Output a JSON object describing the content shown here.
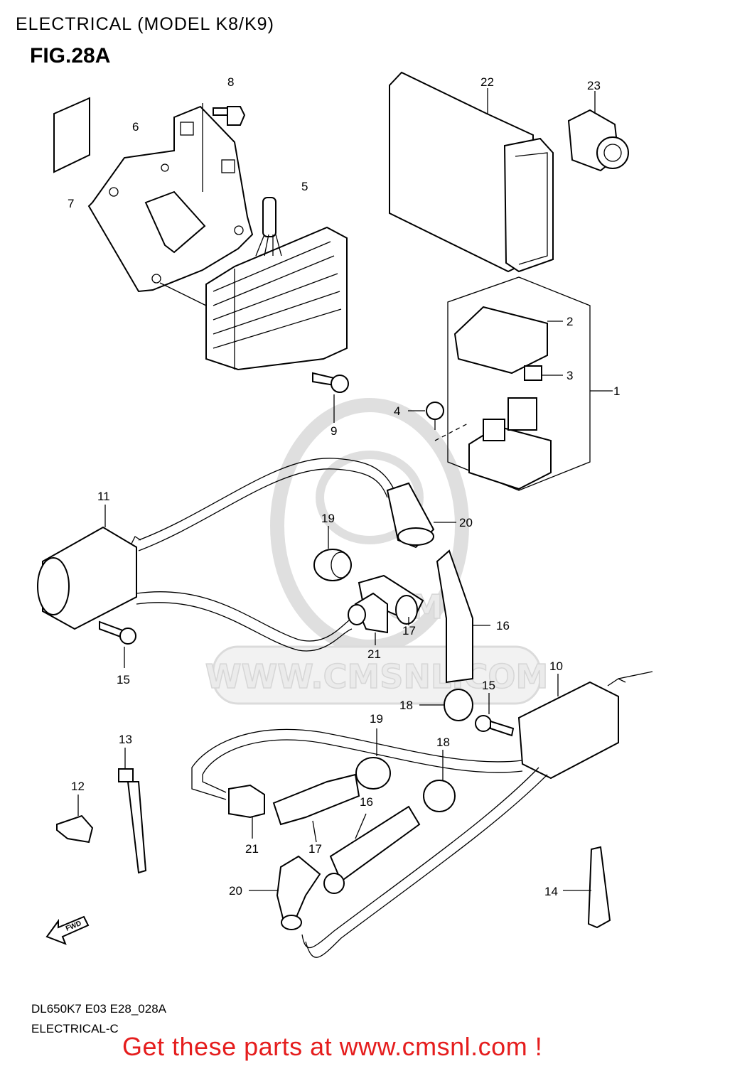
{
  "header": {
    "title": "ELECTRICAL (MODEL K8/K9)"
  },
  "figure": {
    "label": "FIG.28A"
  },
  "watermark": {
    "text": "WWW.CMSNL.COM",
    "logo_text": "CMS"
  },
  "callouts": [
    {
      "id": "c1",
      "text": "1"
    },
    {
      "id": "c2",
      "text": "2"
    },
    {
      "id": "c3",
      "text": "3"
    },
    {
      "id": "c4",
      "text": "4"
    },
    {
      "id": "c5",
      "text": "5"
    },
    {
      "id": "c6",
      "text": "6"
    },
    {
      "id": "c7",
      "text": "7"
    },
    {
      "id": "c8",
      "text": "8"
    },
    {
      "id": "c9",
      "text": "9"
    },
    {
      "id": "c10",
      "text": "10"
    },
    {
      "id": "c11",
      "text": "11"
    },
    {
      "id": "c12",
      "text": "12"
    },
    {
      "id": "c13",
      "text": "13"
    },
    {
      "id": "c14",
      "text": "14"
    },
    {
      "id": "c15a",
      "text": "15"
    },
    {
      "id": "c15b",
      "text": "15"
    },
    {
      "id": "c16a",
      "text": "16"
    },
    {
      "id": "c16b",
      "text": "16"
    },
    {
      "id": "c17a",
      "text": "17"
    },
    {
      "id": "c17b",
      "text": "17"
    },
    {
      "id": "c18a",
      "text": "18"
    },
    {
      "id": "c18b",
      "text": "18"
    },
    {
      "id": "c19a",
      "text": "19"
    },
    {
      "id": "c19b",
      "text": "19"
    },
    {
      "id": "c20a",
      "text": "20"
    },
    {
      "id": "c20b",
      "text": "20"
    },
    {
      "id": "c21a",
      "text": "21"
    },
    {
      "id": "c21b",
      "text": "21"
    },
    {
      "id": "c22",
      "text": "22"
    },
    {
      "id": "c23",
      "text": "23"
    }
  ],
  "fwd_label": "FWD",
  "footer": {
    "code": "DL650K7 E03 E28_028A",
    "subtitle": "ELECTRICAL-C",
    "link": "Get these parts at www.cmsnl.com !"
  },
  "colors": {
    "link": "#e51d1d",
    "line": "#000000",
    "watermark": "#e9e9e9"
  }
}
